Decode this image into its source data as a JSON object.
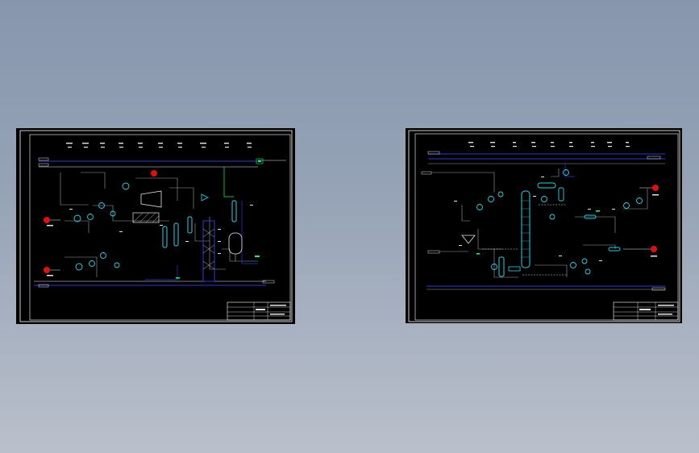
{
  "viewer": {
    "background_top": "#8796ad",
    "background_bottom": "#b9c0cb",
    "sheet_color": "#000000"
  },
  "colors": {
    "frame": "#ffffff",
    "pipe_main": "#2b3bd6",
    "pipe_secondary": "#9aa0a6",
    "equipment": "#22d6e8",
    "accent": "#00ff66",
    "marker": "#e01010",
    "text": "#e6e6e6"
  },
  "sheets": [
    {
      "id": "left",
      "icons": [
        "red-circle-marker",
        "heat-exchanger",
        "pump",
        "compressor",
        "distillation-column",
        "vessel"
      ]
    },
    {
      "id": "right",
      "icons": [
        "red-circle-marker",
        "distillation-column",
        "heat-exchanger",
        "pump",
        "cyclone-separator"
      ]
    }
  ]
}
